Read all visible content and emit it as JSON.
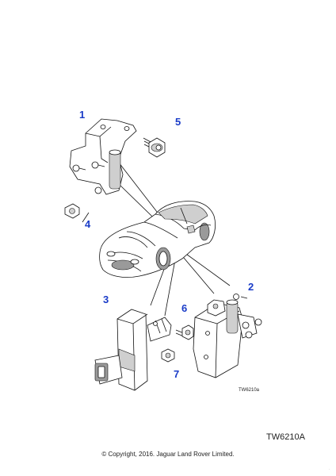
{
  "diagram": {
    "callouts": [
      "1",
      "2",
      "3",
      "4",
      "5",
      "6",
      "7"
    ],
    "figure_ref_small": "TW6210a",
    "figure_ref": "TW6210A",
    "copyright": "© Copyright, 2016. Jaguar Land Rover Limited.",
    "corner_mark": "·"
  }
}
